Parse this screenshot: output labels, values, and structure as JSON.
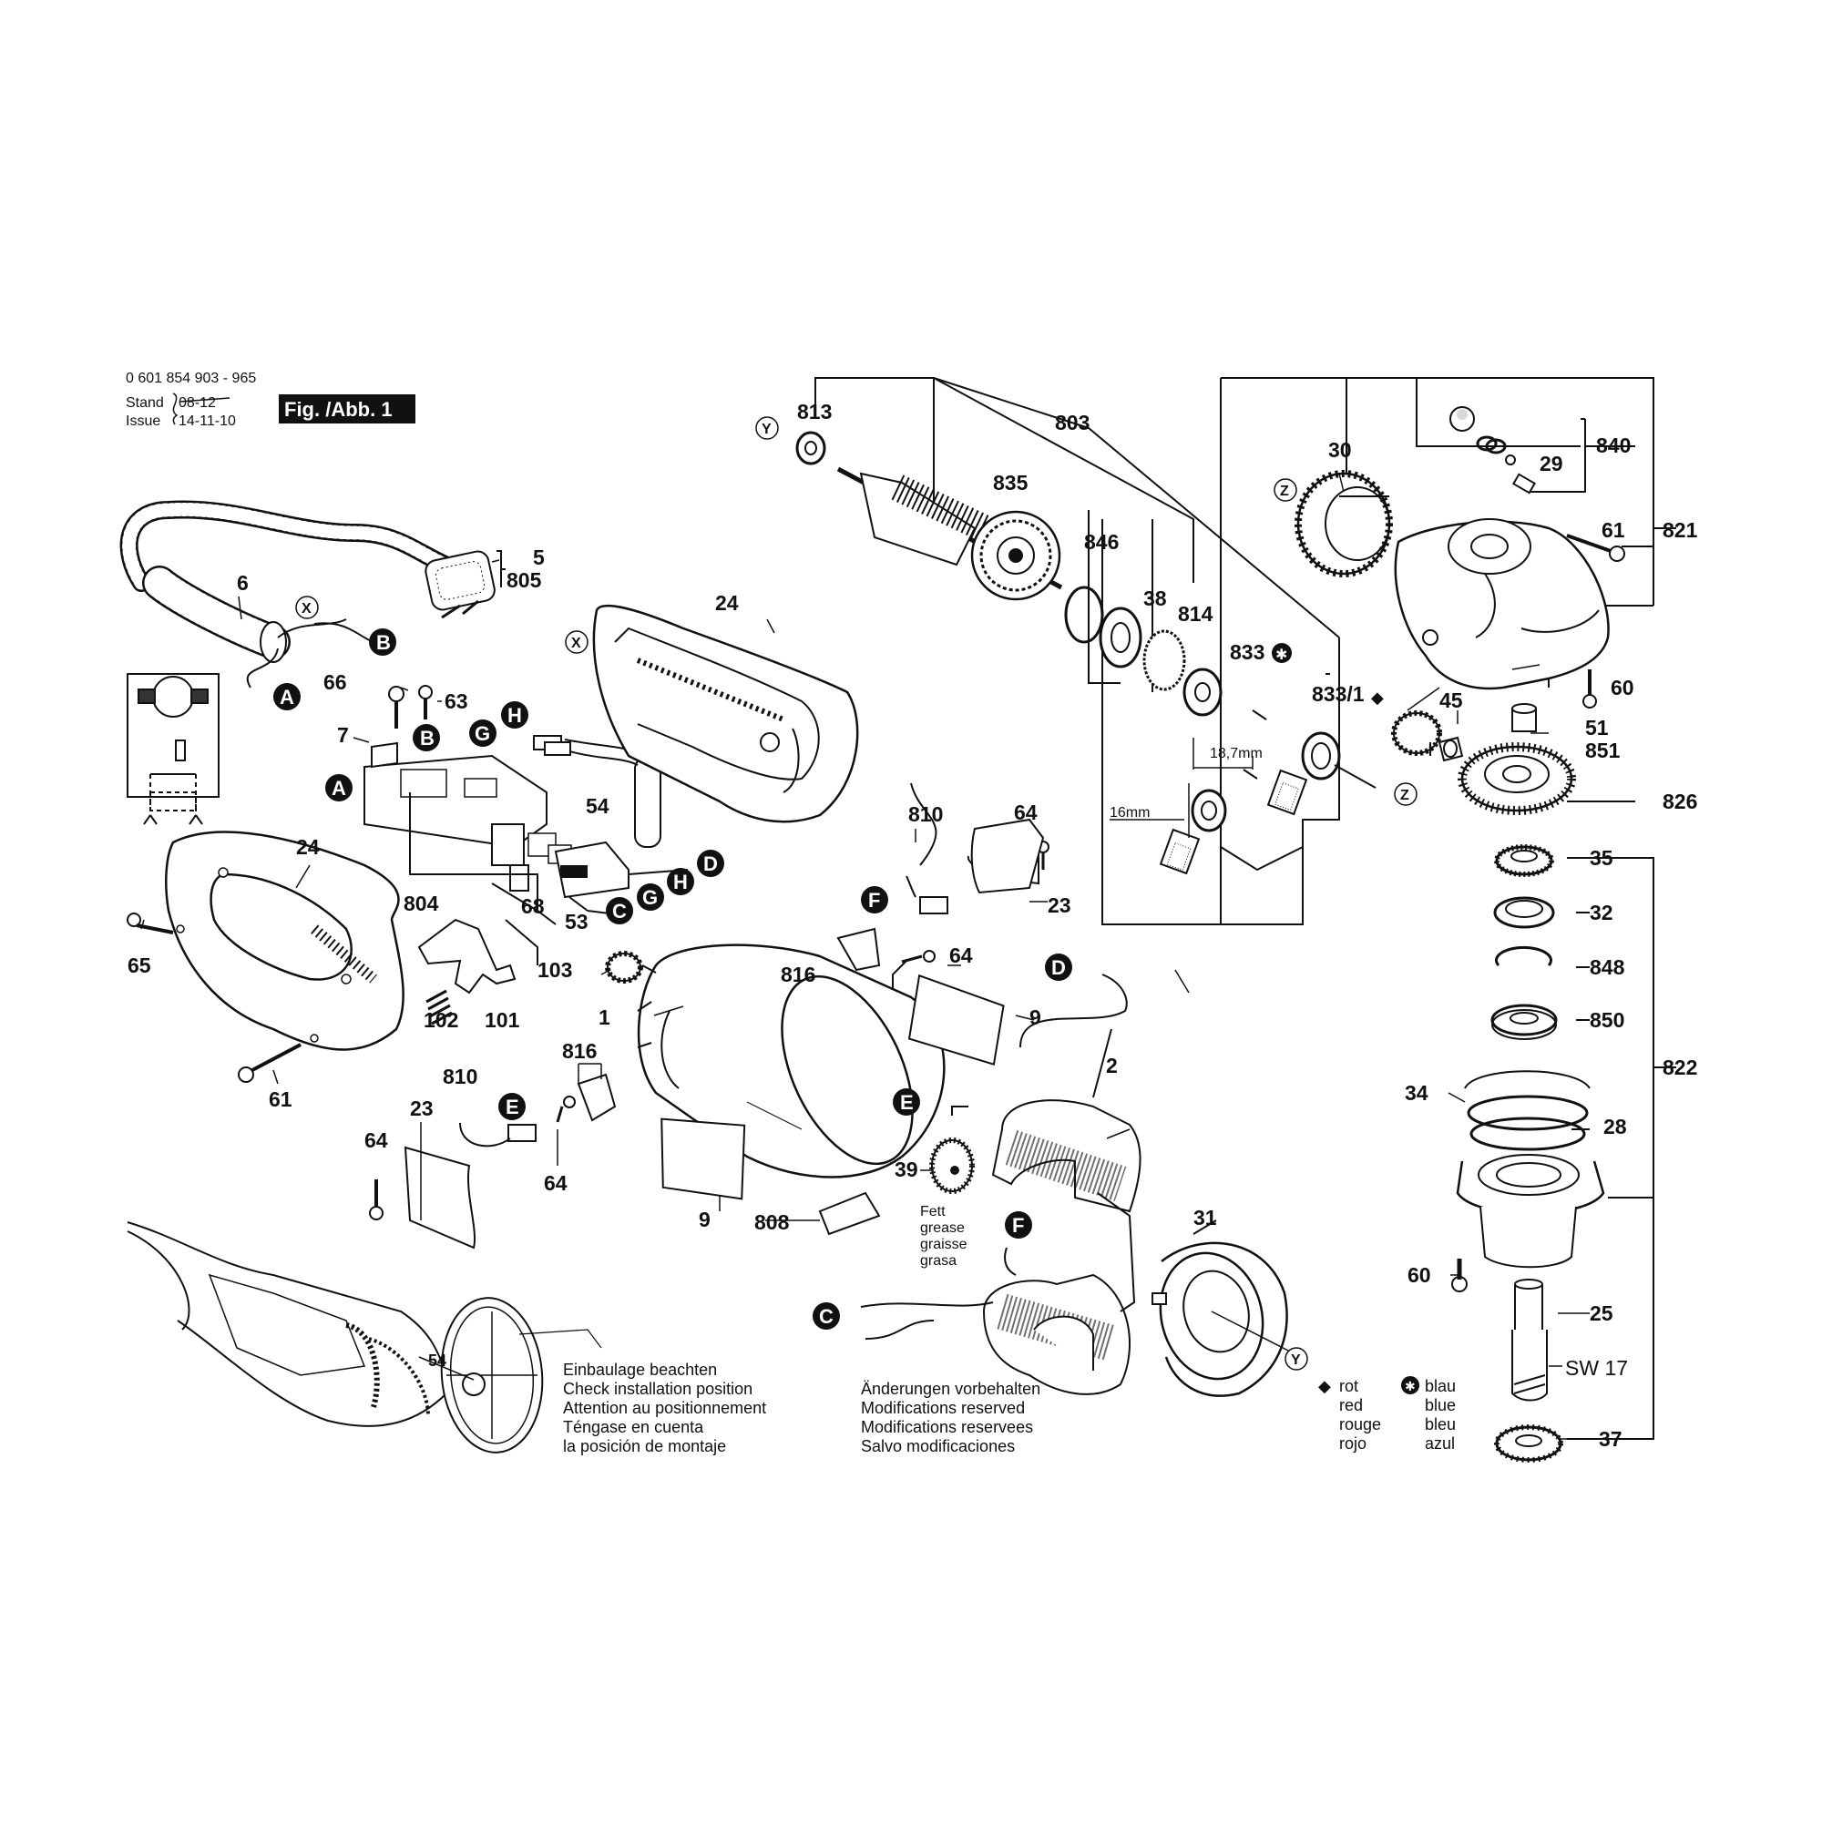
{
  "header": {
    "part_range": "0 601 854 903 - 965",
    "stand_label": "Stand",
    "issue_label": "Issue",
    "stand_value": "08-12",
    "issue_value": "14-11-10",
    "figure_label": "Fig. /Abb. 1"
  },
  "labels": {
    "l813": "813",
    "l803": "803",
    "l30": "30",
    "l840": "840",
    "l29": "29",
    "l821": "821",
    "l61a": "61",
    "l835": "835",
    "l846": "846",
    "l38": "38",
    "l814": "814",
    "l833": "833",
    "l833_1": "833/1",
    "l45": "45",
    "l60a": "60",
    "l51": "51",
    "l851": "851",
    "l826": "826",
    "l5": "5",
    "l805": "805",
    "l6": "6",
    "l24a": "24",
    "l66": "66",
    "l63": "63",
    "l7": "7",
    "l54a": "54",
    "l24b": "24",
    "l804": "804",
    "l68": "68",
    "l53": "53",
    "l65": "65",
    "l102": "102",
    "l101": "101",
    "l61b": "61",
    "l810a": "810",
    "l64a": "64",
    "l23a": "23",
    "l816a": "816",
    "l64b": "64",
    "l103": "103",
    "l1": "1",
    "l9a": "9",
    "l2": "2",
    "l816b": "816",
    "l810b": "810",
    "l23b": "23",
    "l64c": "64",
    "l64d": "64",
    "l39": "39",
    "l9b": "9",
    "l808": "808",
    "l31": "31",
    "l35": "35",
    "l32": "32",
    "l848": "848",
    "l850": "850",
    "l822": "822",
    "l34": "34",
    "l28": "28",
    "l60b": "60",
    "l25": "25",
    "lsw17": "SW 17",
    "l37": "37",
    "l54b": "54",
    "dim18": "18,7mm",
    "dim16": "16mm"
  },
  "connectors": {
    "A": "A",
    "B": "B",
    "C": "C",
    "D": "D",
    "E": "E",
    "F": "F",
    "G": "G",
    "H": "H",
    "X": "X",
    "Y": "Y",
    "Z": "Z"
  },
  "notes": {
    "grease": [
      "Fett",
      "grease",
      "graisse",
      "grasa"
    ],
    "install": [
      "Einbaulage beachten",
      "Check installation position",
      "Attention au positionnement",
      "Téngase en cuenta",
      "la posición de montaje"
    ],
    "changes": [
      "Änderungen vorbehalten",
      "Modifications reserved",
      "Modifications reservees",
      "Salvo modificaciones"
    ],
    "red": [
      "rot",
      "red",
      "rouge",
      "rojo"
    ],
    "blue": [
      "blau",
      "blue",
      "bleu",
      "azul"
    ]
  },
  "colors": {
    "ink": "#111111",
    "paper": "#ffffff",
    "shade": "#d9d9d9"
  }
}
